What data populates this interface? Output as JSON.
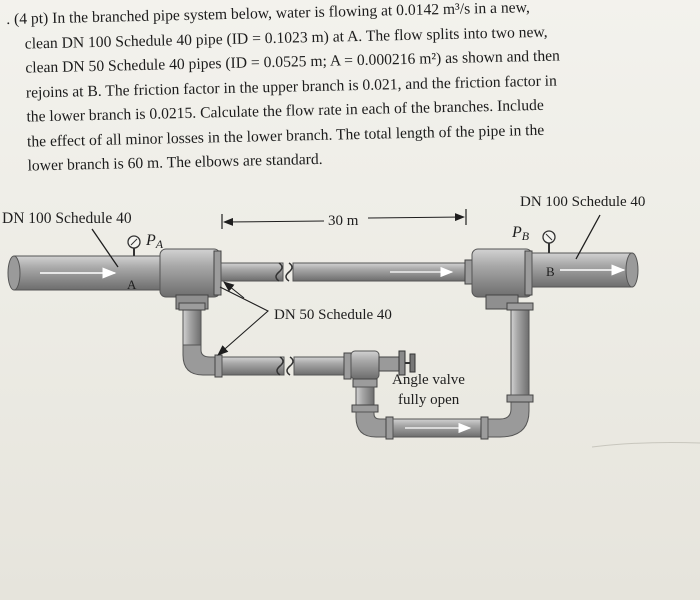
{
  "problem": {
    "lines": [
      ". (4 pt) In the branched pipe system below, water is flowing at 0.0142 m³/s in a new,",
      "clean DN 100 Schedule 40 pipe (ID = 0.1023 m) at A. The flow splits into two new,",
      "clean DN 50 Schedule 40 pipes (ID = 0.0525 m; A = 0.000216 m²) as shown and then",
      "rejoins at B. The friction factor in the upper branch is 0.021, and the friction factor in",
      "the lower branch is 0.0215. Calculate the flow rate in each of the branches. Include",
      "the effect of all minor losses in the lower branch. The total length of the pipe in the",
      "lower branch is 60 m. The elbows are standard."
    ]
  },
  "diagram": {
    "label_left_pipe": "DN 100 Schedule 40",
    "label_right_pipe": "DN 100 Schedule 40",
    "label_length": "30 m",
    "label_pa": "P",
    "label_pa_sub": "A",
    "label_pb": "P",
    "label_pb_sub": "B",
    "label_point_a": "A",
    "label_point_b": "B",
    "label_branch": "DN 50 Schedule 40",
    "label_valve_line1": "Angle valve",
    "label_valve_line2": "fully open"
  },
  "colors": {
    "pipe": "#8c8c8c",
    "pipe_light": "#c4c4c4",
    "pipe_dark": "#5a5a5a",
    "ink": "#1e1e1e"
  }
}
